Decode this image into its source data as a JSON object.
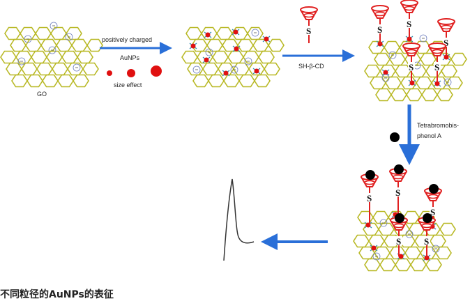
{
  "colors": {
    "graphene": "#b8b824",
    "arrow": "#2a6fd8",
    "gold": "#e01010",
    "cd": "#e02020",
    "tbbpa": "#000000",
    "charge": "#6f7fbf"
  },
  "labels": {
    "go": "GO",
    "step1_top": "positively charged",
    "step1_bottom": "AuNPs",
    "size_effect": "size effect",
    "step2": "SH-β-CD",
    "thiol": "S",
    "step3_line1": "Tetrabromobis-",
    "step3_line2": "phenol A"
  },
  "caption": "不同粒径的AuNPs的表征"
}
